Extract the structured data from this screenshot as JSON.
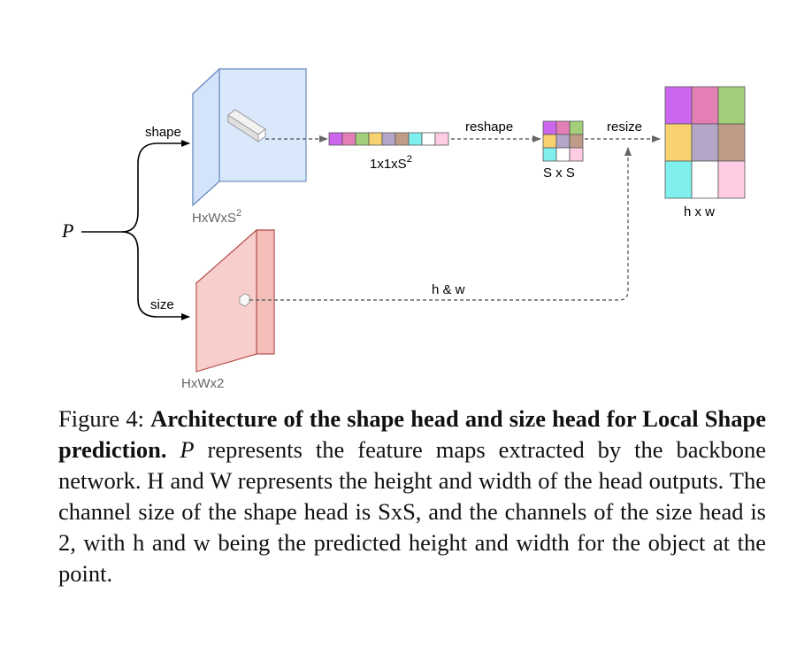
{
  "diagram": {
    "input_label": "P",
    "shape_branch_label": "shape",
    "size_branch_label": "size",
    "shape_head_dims": "HxWxS",
    "shape_head_dims_sup": "2",
    "size_head_dims": "HxWx2",
    "vector_dims": "1x1xS",
    "vector_dims_sup": "2",
    "reshape_label": "reshape",
    "small_grid_dims": "S x S",
    "resize_label": "resize",
    "hw_label": "h & w",
    "large_grid_dims": "h x w",
    "cell_colors": [
      "#cc66ee",
      "#e47fb6",
      "#a3cf7a",
      "#f8d26e",
      "#b5a6c8",
      "#c09c88",
      "#80f0ee",
      "#ffffff",
      "#ffcce4"
    ],
    "shape_head_color": "#dae8fc",
    "size_head_color": "#f8cecc"
  },
  "caption": {
    "prefix": "Figure 4: ",
    "bold_title": "Architecture of the shape head and size head for Local Shape prediction.",
    "p_var": "P",
    "body": " represents the feature maps extracted by the backbone network. H and W represents the height and width of the head outputs. The channel size of the shape head is SxS, and the channels of the size head is 2, with h and w being the predicted height and width for the object at the point."
  }
}
